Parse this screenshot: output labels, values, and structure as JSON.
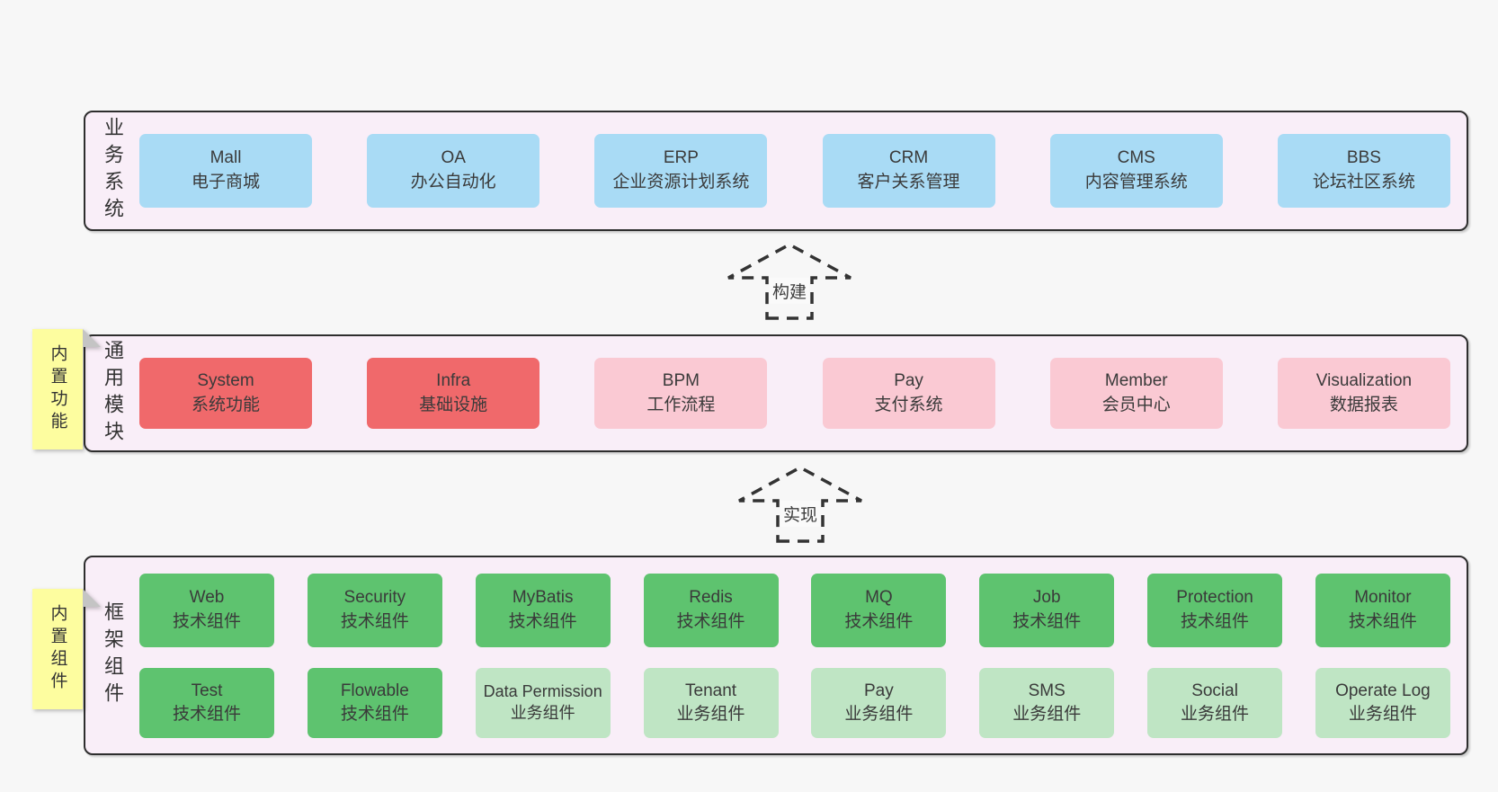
{
  "colors": {
    "background": "#f7f7f7",
    "panel_bg": "#f9eef8",
    "panel_border": "#2e2e2e",
    "blue_box": "#a9dbf5",
    "red_box": "#f0696b",
    "pink_box": "#fac9d3",
    "green_box": "#5ec36f",
    "light_green_box": "#bfe5c4",
    "sticky_note": "#fdfd9f",
    "text": "#3a3a3a"
  },
  "arrows": [
    {
      "label": "构建"
    },
    {
      "label": "实现"
    }
  ],
  "layers": [
    {
      "label": "业务系统",
      "items": [
        {
          "en": "Mall",
          "zh": "电子商城"
        },
        {
          "en": "OA",
          "zh": "办公自动化"
        },
        {
          "en": "ERP",
          "zh": "企业资源计划系统"
        },
        {
          "en": "CRM",
          "zh": "客户关系管理"
        },
        {
          "en": "CMS",
          "zh": "内容管理系统"
        },
        {
          "en": "BBS",
          "zh": "论坛社区系统"
        }
      ]
    },
    {
      "label": "通用模块",
      "sticky": "内置功能",
      "items": [
        {
          "en": "System",
          "zh": "系统功能"
        },
        {
          "en": "Infra",
          "zh": "基础设施"
        },
        {
          "en": "BPM",
          "zh": "工作流程"
        },
        {
          "en": "Pay",
          "zh": "支付系统"
        },
        {
          "en": "Member",
          "zh": "会员中心"
        },
        {
          "en": "Visualization",
          "zh": "数据报表"
        }
      ]
    },
    {
      "label": "框架组件",
      "sticky": "内置组件",
      "rows": [
        [
          {
            "en": "Web",
            "zh": "技术组件"
          },
          {
            "en": "Security",
            "zh": "技术组件"
          },
          {
            "en": "MyBatis",
            "zh": "技术组件"
          },
          {
            "en": "Redis",
            "zh": "技术组件"
          },
          {
            "en": "MQ",
            "zh": "技术组件"
          },
          {
            "en": "Job",
            "zh": "技术组件"
          },
          {
            "en": "Protection",
            "zh": "技术组件"
          },
          {
            "en": "Monitor",
            "zh": "技术组件"
          }
        ],
        [
          {
            "en": "Test",
            "zh": "技术组件"
          },
          {
            "en": "Flowable",
            "zh": "技术组件"
          },
          {
            "en": "Data Permission",
            "zh": "业务组件"
          },
          {
            "en": "Tenant",
            "zh": "业务组件"
          },
          {
            "en": "Pay",
            "zh": "业务组件"
          },
          {
            "en": "SMS",
            "zh": "业务组件"
          },
          {
            "en": "Social",
            "zh": "业务组件"
          },
          {
            "en": "Operate Log",
            "zh": "业务组件"
          }
        ]
      ]
    }
  ]
}
